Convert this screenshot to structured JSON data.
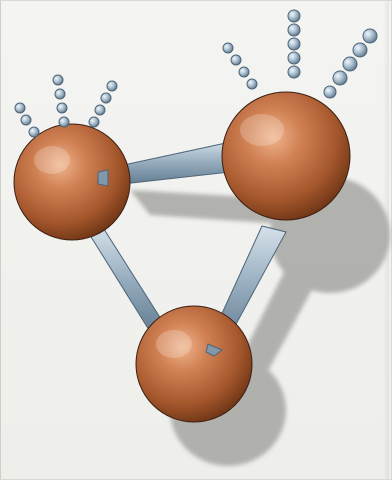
{
  "illustration": {
    "subject": "molecule",
    "atoms": [
      {
        "name": "left-atom-sphere"
      },
      {
        "name": "right-atom-sphere"
      },
      {
        "name": "bottom-atom-sphere"
      }
    ],
    "bonds": [
      {
        "name": "bond-left-right"
      },
      {
        "name": "bond-left-bottom"
      },
      {
        "name": "bond-right-bottom"
      }
    ]
  },
  "colors": {
    "background": "#f2f2f0",
    "atom": "#b86a3f",
    "atom_highlight": "#e4a27a",
    "atom_shadow": "#6e3516",
    "bond": "#8aa3b6",
    "bead": "#a9bfcf",
    "shadow": "#a6a6a3"
  }
}
